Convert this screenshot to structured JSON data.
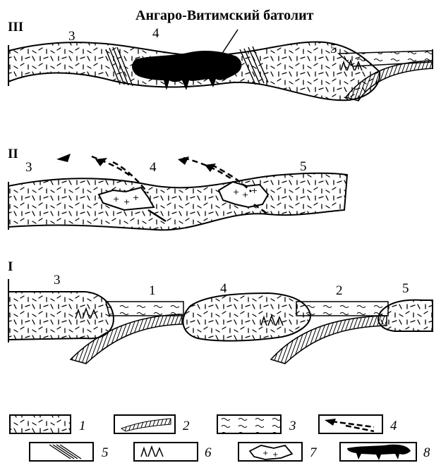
{
  "title": "Ангаро-Витимский батолит",
  "stages": {
    "III": {
      "label": "III",
      "blocks": [
        "3",
        "4",
        "5"
      ]
    },
    "II": {
      "label": "II",
      "blocks": [
        "3",
        "4",
        "5"
      ]
    },
    "I": {
      "label": "I",
      "blocks": [
        "3",
        "1",
        "4",
        "2",
        "5"
      ]
    }
  },
  "legend": [
    "1",
    "2",
    "3",
    "4",
    "5",
    "6",
    "7",
    "8"
  ]
}
